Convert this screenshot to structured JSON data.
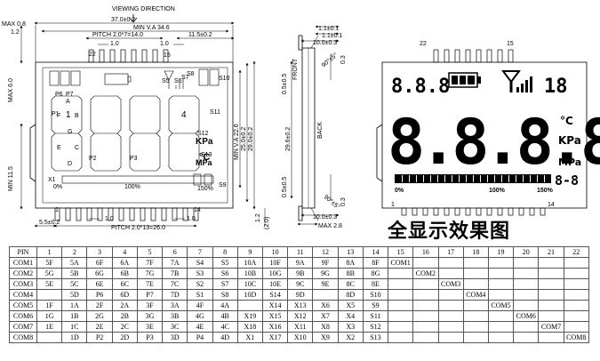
{
  "drawing": {
    "viewing_direction": "VIEWING DIRECTION",
    "dims": {
      "overall_width": "37.0±0.2",
      "view_area": "MIN V.A 34.6",
      "pitch_top": "PITCH 2.0*7=14.0",
      "top_right": "11.5±0.2",
      "one_a": "1.0",
      "one_b": "1.0",
      "max_08": "MAX 0.8",
      "v_12": "1.2",
      "max_60": "MAX 6.0",
      "min_115": "MIN 11.5",
      "min_va_226": "MIN V.A 22.6",
      "v_250": "25.0±0.2",
      "v_290": "29.0±0.2",
      "pitch_bottom": "PITCH 2.0*13=26.0",
      "bottom_left": "5.5±0.2",
      "bottom_one_a": "1.0",
      "bottom_one_b": "1.0",
      "v_12_b": "1.2",
      "v_20": "(2.0)",
      "side_11": "1.1±0.1",
      "side_11b": "1.1±0.1",
      "side_100": "10.0±0.3",
      "side_100b": "10.0±0.3",
      "side_296": "29.6±0.2",
      "side_05a": "0.5±0.5",
      "side_05b": "0.5±0.5",
      "side_03a": "0.3",
      "side_03b": "0.3",
      "side_max28": "MAX 2.8",
      "front": "FRONT",
      "back": "BACK",
      "angle_top": "90°±5°",
      "angle_bottom": "90°±5°"
    },
    "pin_labels": {
      "p22": "22",
      "p15": "15",
      "p1": "1",
      "p14": "14"
    },
    "lcd": {
      "small_digits": "8.8.8",
      "right_digits": "18",
      "bottom_right": "8-8",
      "main_digits": "8.8.8.8",
      "unit_c": "°C",
      "unit_kpa": "KPa",
      "unit_mpa": "MPa",
      "bar_0": "0%",
      "bar_100": "100%",
      "bar_150": "150%",
      "seg_labels": [
        "P6",
        "P7",
        "S11",
        "S12",
        "S13",
        "S5",
        "S6",
        "S7",
        "S8",
        "S10",
        "S9",
        "X1",
        "P1",
        "P2",
        "P3",
        "A",
        "F",
        "B",
        "G",
        "E",
        "C",
        "D",
        "1",
        "4"
      ]
    },
    "effect_title": "全显示效果图"
  },
  "table": {
    "header": [
      "PIN",
      "1",
      "2",
      "3",
      "4",
      "5",
      "6",
      "7",
      "8",
      "9",
      "10",
      "11",
      "12",
      "13",
      "14",
      "15",
      "16",
      "17",
      "18",
      "19",
      "20",
      "21",
      "22"
    ],
    "rows": [
      [
        "COM1",
        "5F",
        "5A",
        "6F",
        "6A",
        "7F",
        "7A",
        "S4",
        "S5",
        "10A",
        "10F",
        "9A",
        "9F",
        "8A",
        "8F",
        "COM1",
        "",
        "",
        "",
        "",
        "",
        "",
        ""
      ],
      [
        "COM2",
        "5G",
        "5B",
        "6G",
        "6B",
        "7G",
        "7B",
        "S3",
        "S6",
        "10B",
        "10G",
        "9B",
        "9G",
        "8B",
        "8G",
        "",
        "COM2",
        "",
        "",
        "",
        "",
        "",
        ""
      ],
      [
        "COM3",
        "5E",
        "5C",
        "6E",
        "6C",
        "7E",
        "7C",
        "S2",
        "S7",
        "10C",
        "10E",
        "9C",
        "9E",
        "8C",
        "8E",
        "",
        "",
        "COM3",
        "",
        "",
        "",
        "",
        ""
      ],
      [
        "COM4",
        "",
        "5D",
        "P6",
        "6D",
        "P7",
        "7D",
        "S1",
        "S8",
        "10D",
        "S14",
        "9D",
        "",
        "8D",
        "S10",
        "",
        "",
        "",
        "COM4",
        "",
        "",
        "",
        ""
      ],
      [
        "COM5",
        "1F",
        "1A",
        "2F",
        "2A",
        "3F",
        "3A",
        "4F",
        "4A",
        "",
        "X14",
        "X13",
        "X6",
        "X5",
        "S9",
        "",
        "",
        "",
        "",
        "COM5",
        "",
        "",
        ""
      ],
      [
        "COM6",
        "1G",
        "1B",
        "2G",
        "2B",
        "3G",
        "3B",
        "4G",
        "4B",
        "X19",
        "X15",
        "X12",
        "X7",
        "X4",
        "S11",
        "",
        "",
        "",
        "",
        "",
        "COM6",
        "",
        ""
      ],
      [
        "COM7",
        "1E",
        "1C",
        "2E",
        "2C",
        "3E",
        "3C",
        "4E",
        "4C",
        "X18",
        "X16",
        "X11",
        "X8",
        "X3",
        "S12",
        "",
        "",
        "",
        "",
        "",
        "",
        "COM7",
        ""
      ],
      [
        "COM8",
        "",
        "1D",
        "P2",
        "2D",
        "P3",
        "3D",
        "P4",
        "4D",
        "X1",
        "X17",
        "X10",
        "X9",
        "X2",
        "S13",
        "",
        "",
        "",
        "",
        "",
        "",
        "",
        "COM8"
      ]
    ]
  }
}
